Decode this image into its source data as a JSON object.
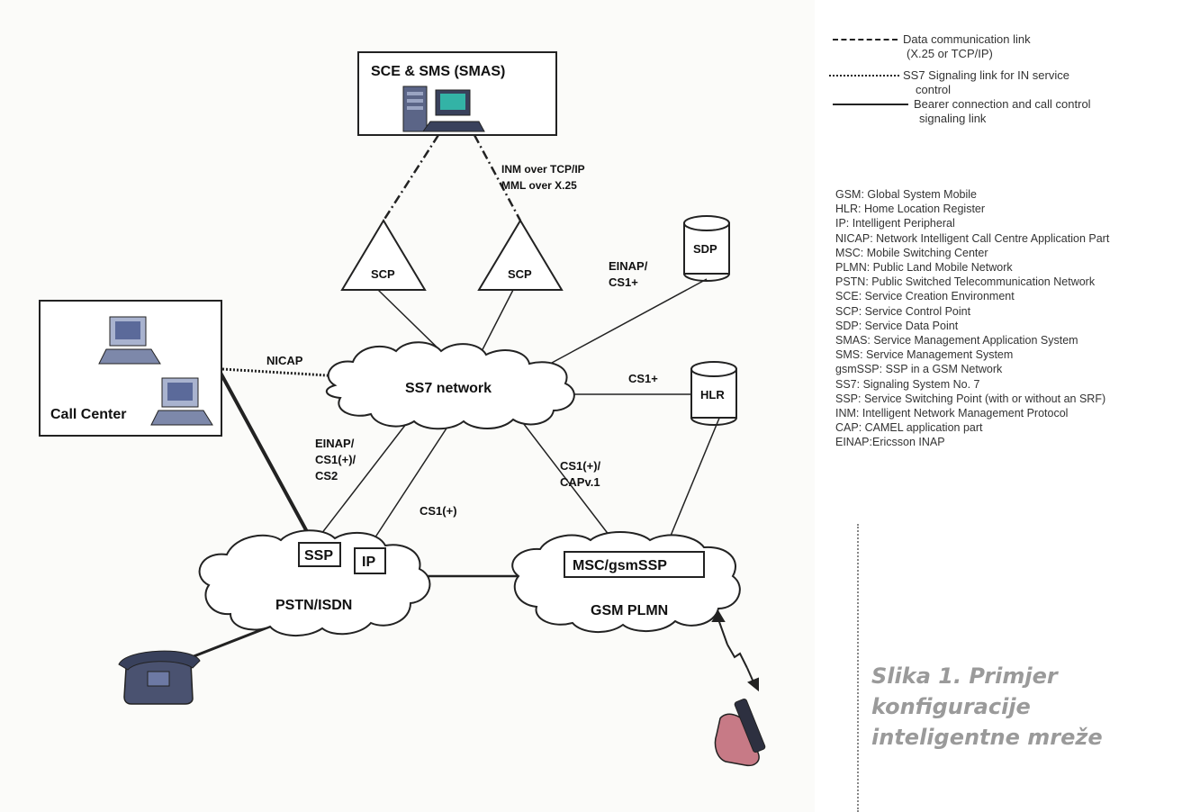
{
  "diagram": {
    "smas_box_title": "SCE & SMS (SMAS)",
    "inm_label": "INM over TCP/IP",
    "mml_label": "MML over X.25",
    "scp_left_label": "SCP",
    "scp_right_label": "SCP",
    "sdp_label": "SDP",
    "hlr_label": "HLR",
    "einap_cs1plus_label_1": "EINAP/",
    "einap_cs1plus_label_2": "CS1+",
    "nicap_label": "NICAP",
    "ss7_label": "SS7 network",
    "cs1plus_label": "CS1+",
    "call_center_label": "Call Center",
    "einap_cs2_label_1": "EINAP/",
    "einap_cs2_label_2": "CS1(+)/",
    "einap_cs2_label_3": "CS2",
    "cs1p_label": "CS1(+)",
    "cap_label_1": "CS1(+)/",
    "cap_label_2": "CAPv.1",
    "ssp_label": "SSP",
    "ip_label": "IP",
    "pstn_label": "PSTN/ISDN",
    "msc_label": "MSC/gsmSSP",
    "gsm_label": "GSM PLMN"
  },
  "legend": {
    "data_link_1": "Data communication link",
    "data_link_2": "(X.25 or TCP/IP)",
    "ss7_link_1": "SS7 Signaling link for IN service",
    "ss7_link_2": "control",
    "bearer_link_1": "Bearer connection and call control",
    "bearer_link_2": "signaling link"
  },
  "abbreviations": [
    "GSM:  Global System Mobile",
    "HLR:  Home Location Register",
    "IP:      Intelligent Peripheral",
    "NICAP:  Network Intelligent Call Centre Application Part",
    "MSC:  Mobile Switching Center",
    "PLMN: Public Land Mobile Network",
    "PSTN: Public Switched Telecommunication Network",
    "SCE:   Service Creation Environment",
    "SCP:   Service Control Point",
    "SDP:   Service Data Point",
    "SMAS:   Service Management Application System",
    "SMS:  Service Management System",
    "gsmSSP: SSP in a GSM Network",
    "SS7:   Signaling System No. 7",
    "SSP:   Service Switching Point (with or without an SRF)",
    "INM:   Intelligent Network Management Protocol",
    "CAP:   CAMEL application part",
    "EINAP:Ericsson INAP"
  ],
  "caption": "Slika 1. Primjer konfiguracije inteligentne mreže",
  "colors": {
    "panel_background": "#fbfbf9",
    "line_color": "#222222",
    "caption_color": "#9a9a9a",
    "phone_color": "#4a5270",
    "hand_color": "#c77a86"
  }
}
